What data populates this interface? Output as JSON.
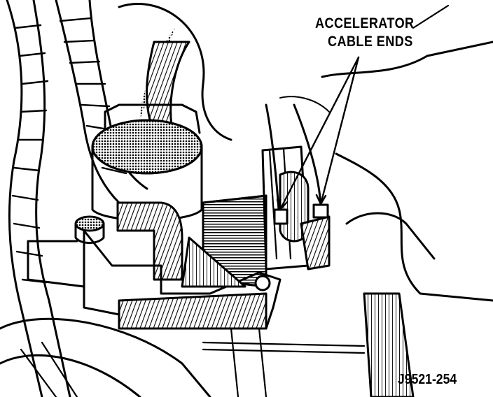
{
  "callout": {
    "line1": "ACCELERATOR",
    "line2": "CABLE ENDS"
  },
  "figure_number": "J9521-254",
  "colors": {
    "ink": "#000000",
    "paper": "#ffffff",
    "shade": "#1a1a1a"
  }
}
